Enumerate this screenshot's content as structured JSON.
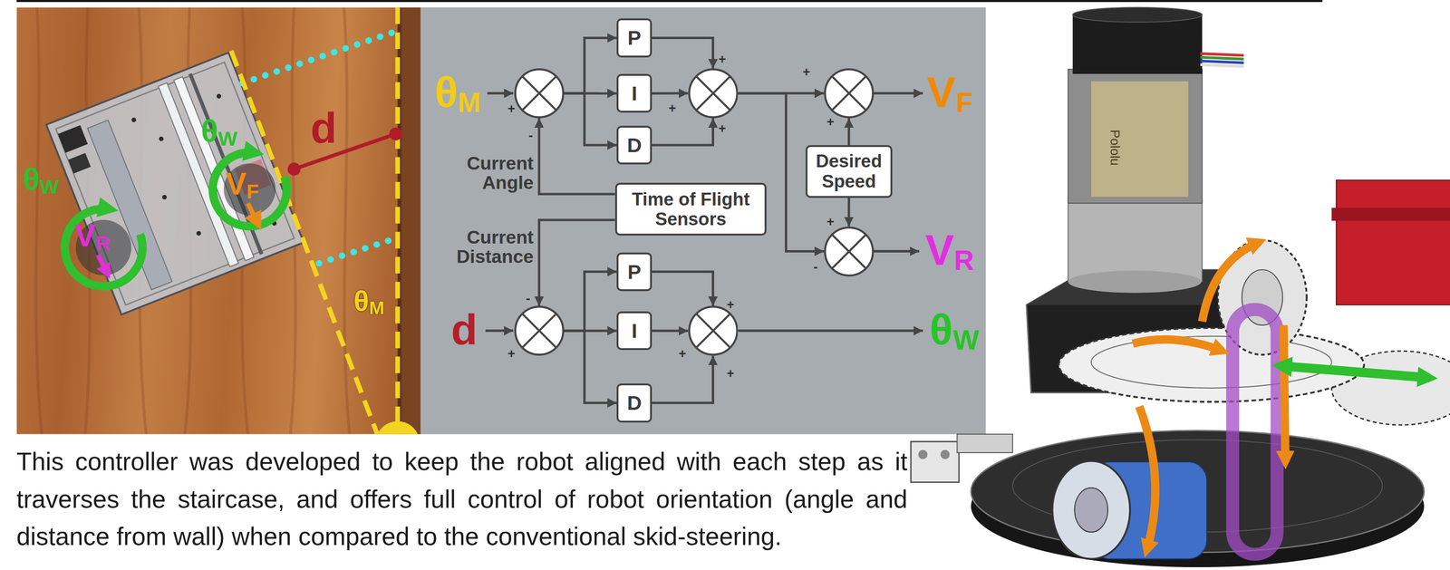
{
  "diagram": {
    "caption": "This controller was developed to keep the robot aligned with each step as it traverses the staircase, and offers full control of robot orientation (angle and distance from wall) when compared to the conventional skid-steering.",
    "nodes": [
      {
        "text": [
          "+",
          "-"
        ]
      },
      {
        "text": [
          "P"
        ]
      },
      {
        "text": [
          "I"
        ]
      },
      {
        "text": [
          "D"
        ]
      },
      {
        "text": [
          "+",
          "+",
          "+"
        ]
      },
      {
        "text": [
          "+",
          "+"
        ]
      },
      {
        "text": [
          "Desired Speed"
        ]
      },
      {
        "text": [
          "Time of Flight Sensors"
        ]
      },
      {
        "text": [
          "+",
          "-"
        ]
      },
      {
        "text": [
          "-",
          "+"
        ]
      },
      {
        "text": [
          "P"
        ]
      },
      {
        "text": [
          "I"
        ]
      },
      {
        "text": [
          "D"
        ]
      },
      {
        "text": [
          "+",
          "+",
          "+"
        ]
      }
    ],
    "edges": [
      {
        "from": 0,
        "to": 1,
        "arrow": "to"
      },
      {
        "from": 0,
        "to": 2,
        "arrow": "to"
      },
      {
        "from": 0,
        "to": 3,
        "arrow": "to"
      },
      {
        "from": 1,
        "to": 4,
        "arrow": "to"
      },
      {
        "from": 2,
        "to": 4,
        "arrow": "to"
      },
      {
        "from": 3,
        "to": 4,
        "arrow": "to"
      },
      {
        "from": 4,
        "to": 5,
        "arrow": "to"
      },
      {
        "from": 4,
        "to": 8,
        "arrow": "to"
      },
      {
        "from": 6,
        "to": 5,
        "arrow": "to"
      },
      {
        "from": 6,
        "to": 8,
        "arrow": "to"
      },
      {
        "from": 7,
        "to": 0,
        "arrow": "to"
      },
      {
        "from": 7,
        "to": 9,
        "arrow": "to"
      },
      {
        "from": 9,
        "to": 10,
        "arrow": "to"
      },
      {
        "from": 9,
        "to": 11,
        "arrow": "to"
      },
      {
        "from": 9,
        "to": 12,
        "arrow": "to"
      },
      {
        "from": 10,
        "to": 13,
        "arrow": "to"
      },
      {
        "from": 11,
        "to": 13,
        "arrow": "to"
      },
      {
        "from": 12,
        "to": 13,
        "arrow": "to"
      }
    ],
    "labels": [
      "θW",
      "VR",
      "θW",
      "VF",
      "d",
      "θM",
      "θM",
      "Current Angle",
      "Current Distance",
      "d",
      "VF",
      "VR",
      "θW",
      "Pololu"
    ]
  }
}
